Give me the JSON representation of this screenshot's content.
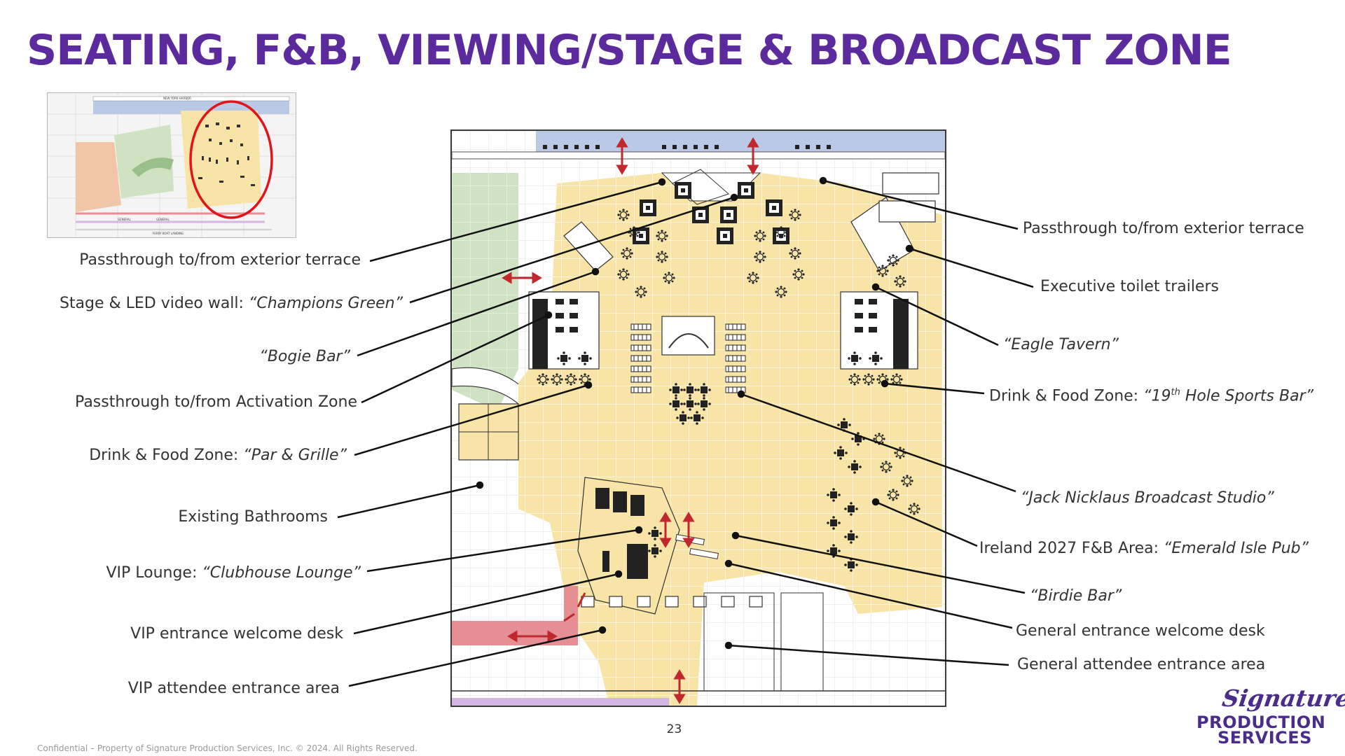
{
  "title": "SEATING, F&B, VIEWING/STAGE & BROADCAST ZONE",
  "callouts_left": {
    "passthrough_terrace": "Passthrough to/from exterior terrace",
    "stage_prefix": "Stage & LED video wall: ",
    "stage_name": "“Champions Green”",
    "bogie_bar": "“Bogie Bar”",
    "passthrough_activation": "Passthrough to/from Activation Zone",
    "par_grille_prefix": "Drink & Food Zone:  ",
    "par_grille_name": "“Par & Grille”",
    "existing_bathrooms": "Existing Bathrooms",
    "vip_lounge_prefix": "VIP Lounge: ",
    "vip_lounge_name": "“Clubhouse Lounge”",
    "vip_desk": "VIP entrance welcome desk",
    "vip_entrance": "VIP attendee entrance area"
  },
  "callouts_right": {
    "passthrough_terrace": "Passthrough to/from exterior terrace",
    "executive_toilets": "Executive toilet trailers",
    "eagle_tavern": "“Eagle Tavern”",
    "sports_bar_prefix": "Drink & Food Zone:  ",
    "sports_bar_name_a": "“19",
    "sports_bar_name_sup": "th",
    "sports_bar_name_b": " Hole Sports Bar”",
    "broadcast_studio": "“Jack Nicklaus Broadcast Studio”",
    "emerald_prefix": "Ireland 2027 F&B Area:  ",
    "emerald_name": "“Emerald Isle Pub”",
    "birdie_bar": "“Birdie Bar”",
    "general_desk": "General entrance welcome desk",
    "general_entrance": "General attendee entrance area"
  },
  "thumbnail": {
    "top_label": "NEW YORK HARBOR",
    "general_label_1": "GENERAL",
    "general_label_2": "GENERAL",
    "bottom_label": "FERRY BOAT LANDING"
  },
  "page_number": "23",
  "footer": "Confidential – Property of Signature Production Services, Inc. © 2024. All Rights Reserved.",
  "logo": {
    "script": "Signature",
    "line2": "PRODUCTION",
    "line3": "SERVICES"
  },
  "colors": {
    "title": "#5b2a9c",
    "yellow_zone": "#f7e4a6",
    "green_zone": "#cfe3c2",
    "blue_band": "#b9c9e6",
    "red_arrow": "#c0282d",
    "pink_path": "#e58f94",
    "lilac_path": "#d6b7e4",
    "highlight_circle": "#e0151c",
    "logo": "#4a2c8a"
  }
}
